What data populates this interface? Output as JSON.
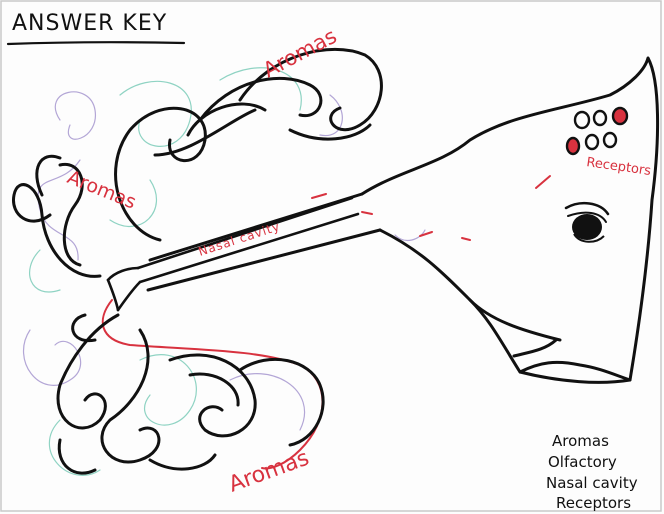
{
  "title": "ANSWER KEY",
  "labels": {
    "aromas_top": "Aromas",
    "aromas_left": "Aromas",
    "aromas_bottom": "Aromas",
    "nasal_cavity": "Nasal cavity",
    "receptors": "Receptors"
  },
  "word_bank": [
    "Aromas",
    "Olfactory",
    "Nasal cavity",
    "Receptors"
  ],
  "colors": {
    "ink": "#111111",
    "label_red": "#d8323f",
    "faint_teal": "#8fd3c3",
    "faint_purple": "#b3a6d6"
  }
}
